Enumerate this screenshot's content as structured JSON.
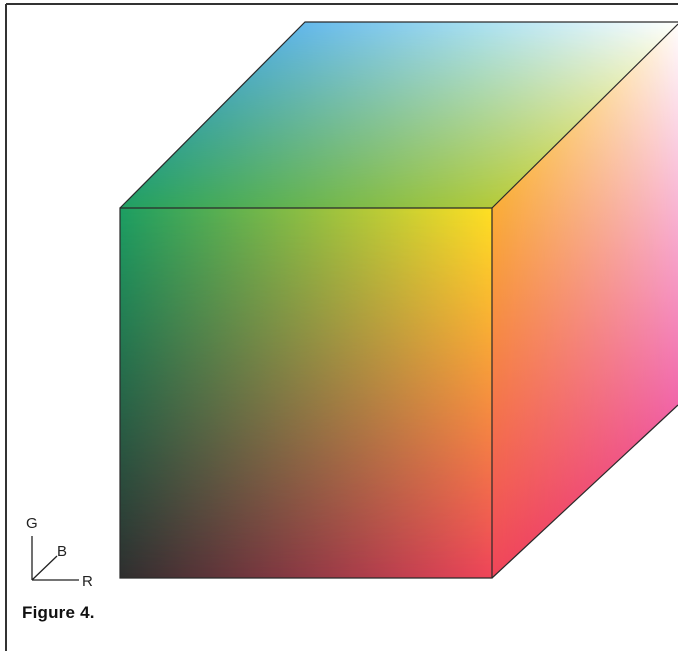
{
  "figure": {
    "caption": "Figure 4."
  },
  "axes": {
    "g_label": "G",
    "b_label": "B",
    "r_label": "R"
  },
  "cube": {
    "colors": {
      "black": "#2f2f2f",
      "red": "#f0455a",
      "green": "#1c9f63",
      "yellow": "#ffe022",
      "blue": "#1a8de6",
      "cyan": "#a9e0f2",
      "magenta": "#ea1f83",
      "white": "#ffffff"
    }
  },
  "frame": {
    "border_color": "#333333"
  }
}
